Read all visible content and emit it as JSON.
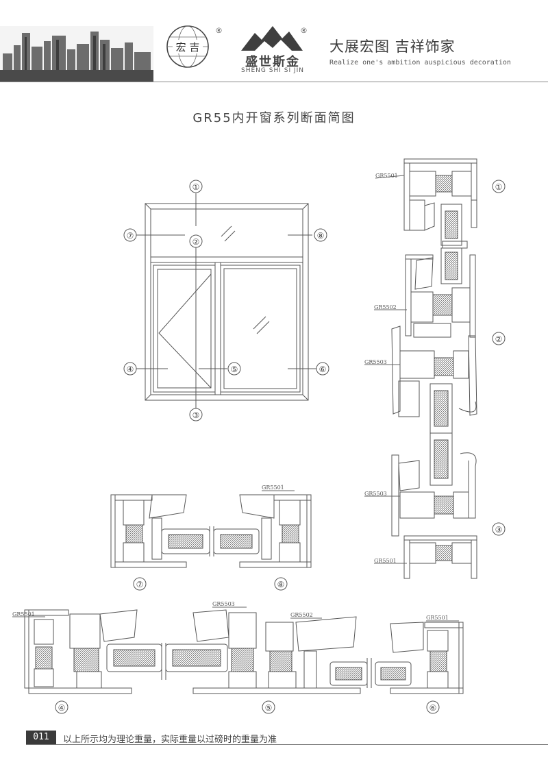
{
  "header": {
    "globe_logo_text": "宏 吉",
    "registered_mark": "®",
    "brand_name": "盛世斯金",
    "brand_pinyin": "SHENG SHI SI JIN",
    "slogan_cn": "大展宏图  吉祥饰家",
    "slogan_en": "Realize one's ambition auspicious decoration"
  },
  "page_title": "GR55内开窗系列断面简图",
  "elevation": {
    "callouts": [
      "①",
      "②",
      "③",
      "④",
      "⑤",
      "⑥",
      "⑦",
      "⑧"
    ]
  },
  "sections": {
    "s1": {
      "callout": "①",
      "labels": [
        "GR5501"
      ]
    },
    "s2": {
      "callout": "②",
      "labels": [
        "GR5502",
        "GR5503"
      ]
    },
    "s3": {
      "callout": "③",
      "labels": [
        "GR5503",
        "GR5501"
      ]
    },
    "s7": {
      "callout": "⑦"
    },
    "s8": {
      "callout": "⑧",
      "labels": [
        "GR5501"
      ]
    },
    "s4": {
      "callout": "④",
      "labels": [
        "GR5501"
      ]
    },
    "s5": {
      "callout": "⑤",
      "labels": [
        "GR5503",
        "GR5502"
      ]
    },
    "s6": {
      "callout": "⑥",
      "labels": [
        "GR5501"
      ]
    }
  },
  "footer": {
    "page_number": "011",
    "note": "以上所示均为理论重量，实际重量以过磅时的重量为准"
  }
}
